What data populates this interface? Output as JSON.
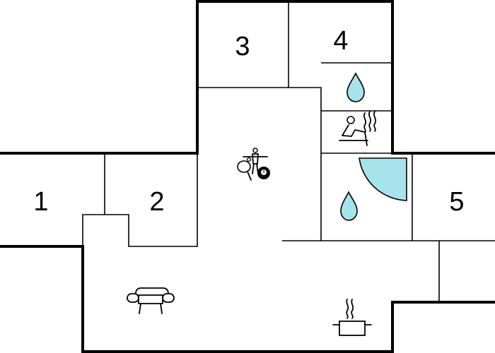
{
  "floorplan": {
    "rooms": [
      {
        "id": "room-1",
        "label": "1"
      },
      {
        "id": "room-2",
        "label": "2"
      },
      {
        "id": "room-3",
        "label": "3"
      },
      {
        "id": "room-4",
        "label": "4"
      },
      {
        "id": "room-5",
        "label": "5"
      }
    ],
    "icons": [
      "water-drop-icon",
      "sauna-icon",
      "shower-corner-icon",
      "foosball-icon",
      "table-tennis-icon",
      "billiard-ball-icon",
      "sofa-icon",
      "cooking-pot-icon"
    ],
    "colors": {
      "wall": "#000000",
      "water": "#a6e3ea",
      "background": "#ffffff"
    }
  }
}
